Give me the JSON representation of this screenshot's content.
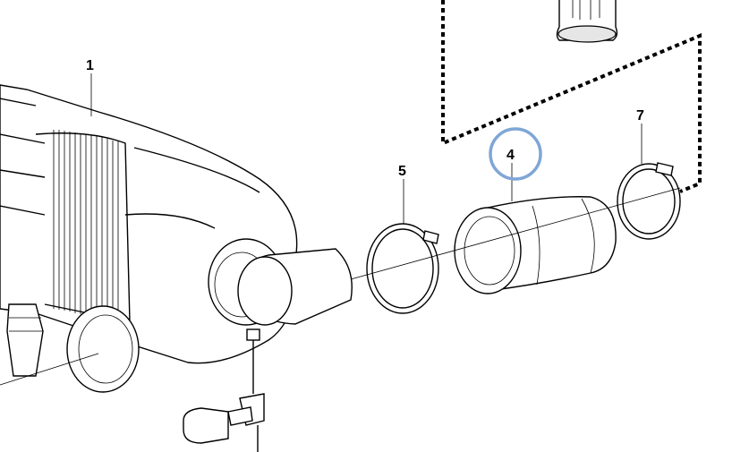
{
  "diagram": {
    "callouts": [
      {
        "id": "1",
        "label": "1"
      },
      {
        "id": "4",
        "label": "4"
      },
      {
        "id": "5",
        "label": "5"
      },
      {
        "id": "7",
        "label": "7"
      }
    ],
    "highlighted_callout": "4",
    "highlight_color": "#7fa6d6"
  }
}
